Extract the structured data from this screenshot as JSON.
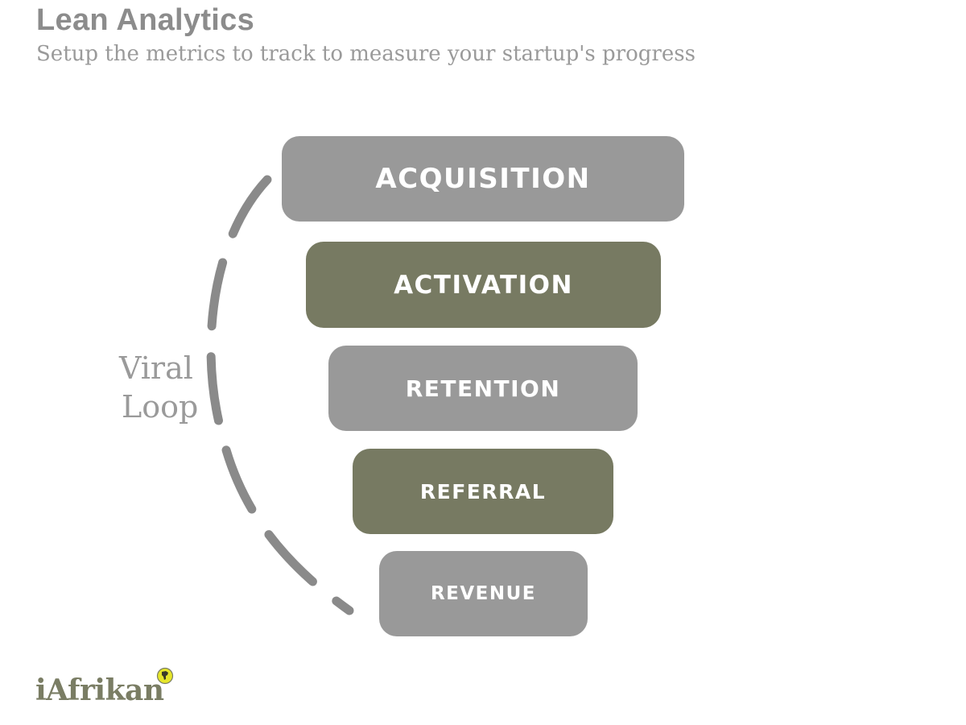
{
  "header": {
    "title": "Lean Analytics",
    "subtitle": "Setup the metrics to track to measure your startup's progress"
  },
  "viral_loop": {
    "label_line1": "Viral",
    "label_line2": "Loop"
  },
  "funnel": {
    "stages": [
      {
        "label": "ACQUISITION",
        "color": "#999999"
      },
      {
        "label": "ACTIVATION",
        "color": "#777a62"
      },
      {
        "label": "RETENTION",
        "color": "#999999"
      },
      {
        "label": "REFERRAL",
        "color": "#777a62"
      },
      {
        "label": "REVENUE",
        "color": "#999999"
      }
    ]
  },
  "brand": {
    "name": "iAfrikan",
    "icon": "africa-globe-icon",
    "accent_color": "#e6e62a"
  },
  "colors": {
    "grey": "#999999",
    "olive": "#777a62",
    "text_grey": "#8c8c8c"
  }
}
